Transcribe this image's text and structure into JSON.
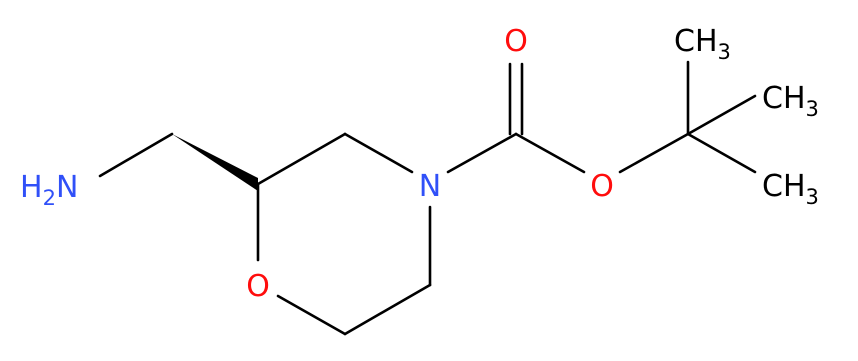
{
  "atoms": {
    "amine": {
      "main": "H",
      "sub": "2",
      "tail": "N",
      "color": "#3050F8"
    },
    "ring_nitrogen": {
      "text": "N",
      "color": "#3050F8"
    },
    "ring_oxygen": {
      "text": "O",
      "color": "#FF0D0D"
    },
    "carbonyl_oxygen": {
      "text": "O",
      "color": "#FF0D0D"
    },
    "ester_oxygen": {
      "text": "O",
      "color": "#FF0D0D"
    },
    "methyl_top": {
      "main": "CH",
      "sub": "3",
      "color": "#000000"
    },
    "methyl_middle": {
      "main": "CH",
      "sub": "3",
      "color": "#000000"
    },
    "methyl_bottom": {
      "main": "CH",
      "sub": "3",
      "color": "#000000"
    }
  },
  "bond_color": "#000000"
}
